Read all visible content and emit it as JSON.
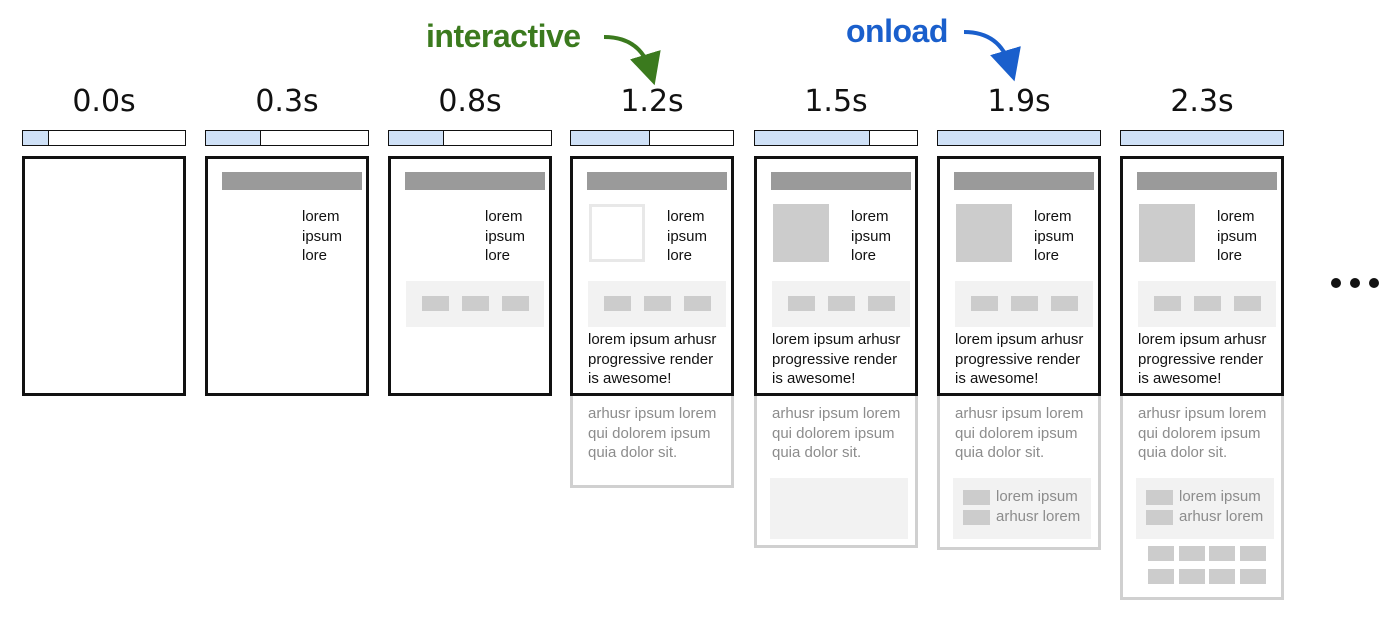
{
  "markers": {
    "interactive": {
      "label": "interactive",
      "color": "#3b7a1e"
    },
    "onload": {
      "label": "onload",
      "color": "#1a5fcc"
    }
  },
  "content": {
    "lorem_lines": [
      "lorem",
      "ipsum",
      "lore"
    ],
    "para_lines": [
      "lorem ipsum arhusr",
      "progressive render",
      "is awesome!"
    ],
    "ghost_lines": [
      "arhusr ipsum lorem",
      "qui dolorem ipsum",
      "quia dolor sit."
    ],
    "ghost_items": [
      "lorem ipsum",
      "arhusr lorem"
    ]
  },
  "colors": {
    "progress_fill": "#cfe1f7",
    "placeholder": "#cccccc",
    "placeholder_dark": "#9a9a9a",
    "panel": "#f2f2f2",
    "ghost_border": "#d0d0d0"
  },
  "frames": [
    {
      "time": "0.0s",
      "progress": 0.16,
      "header": false,
      "image": "none",
      "lorem": false,
      "nav": false,
      "para": false,
      "ghost_text": false,
      "ghost_block": "none",
      "grid": false
    },
    {
      "time": "0.3s",
      "progress": 0.34,
      "header": true,
      "image": "none",
      "lorem": true,
      "nav": false,
      "para": false,
      "ghost_text": false,
      "ghost_block": "none",
      "grid": false
    },
    {
      "time": "0.8s",
      "progress": 0.34,
      "header": true,
      "image": "none",
      "lorem": true,
      "nav": true,
      "para": false,
      "ghost_text": false,
      "ghost_block": "none",
      "grid": false
    },
    {
      "time": "1.2s",
      "progress": 0.49,
      "header": true,
      "image": "outline",
      "lorem": true,
      "nav": true,
      "para": true,
      "ghost_text": true,
      "ghost_block": "none",
      "grid": false
    },
    {
      "time": "1.5s",
      "progress": 0.71,
      "header": true,
      "image": "solid",
      "lorem": true,
      "nav": true,
      "para": true,
      "ghost_text": true,
      "ghost_block": "empty",
      "grid": false
    },
    {
      "time": "1.9s",
      "progress": 1.0,
      "header": true,
      "image": "solid",
      "lorem": true,
      "nav": true,
      "para": true,
      "ghost_text": true,
      "ghost_block": "items",
      "grid": false
    },
    {
      "time": "2.3s",
      "progress": 1.0,
      "header": true,
      "image": "solid",
      "lorem": true,
      "nav": true,
      "para": true,
      "ghost_text": true,
      "ghost_block": "items",
      "grid": true
    }
  ]
}
